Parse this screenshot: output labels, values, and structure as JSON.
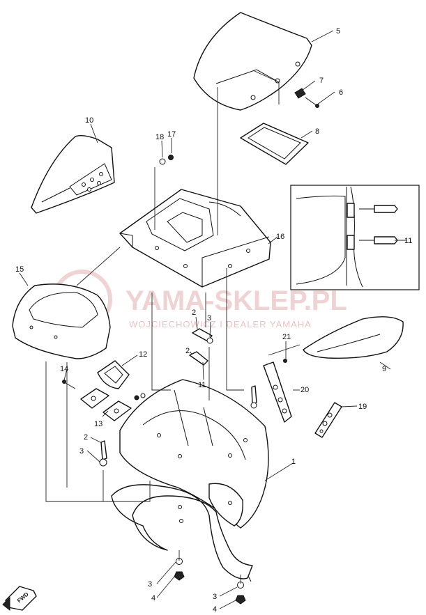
{
  "watermark": {
    "title": "YAMA-SKLEP.PL",
    "subtitle": "WOJCIECHOWICZ I DEALER YAMAHA"
  },
  "direction_marker": {
    "label": "FWD"
  },
  "callouts": [
    {
      "id": "c1",
      "label": "1"
    },
    {
      "id": "c2a",
      "label": "2"
    },
    {
      "id": "c2b",
      "label": "2"
    },
    {
      "id": "c3a",
      "label": "3"
    },
    {
      "id": "c3b",
      "label": "3"
    },
    {
      "id": "c3c",
      "label": "3"
    },
    {
      "id": "c3d",
      "label": "3"
    },
    {
      "id": "c4a",
      "label": "4"
    },
    {
      "id": "c4b",
      "label": "4"
    },
    {
      "id": "c5",
      "label": "5"
    },
    {
      "id": "c6",
      "label": "6"
    },
    {
      "id": "c7",
      "label": "7"
    },
    {
      "id": "c8",
      "label": "8"
    },
    {
      "id": "c9",
      "label": "9"
    },
    {
      "id": "c10",
      "label": "10"
    },
    {
      "id": "c11a",
      "label": "11"
    },
    {
      "id": "c11b",
      "label": "11"
    },
    {
      "id": "c12",
      "label": "12"
    },
    {
      "id": "c13",
      "label": "13"
    },
    {
      "id": "c14",
      "label": "14"
    },
    {
      "id": "c15",
      "label": "15"
    },
    {
      "id": "c16",
      "label": "16"
    },
    {
      "id": "c17",
      "label": "17"
    },
    {
      "id": "c18",
      "label": "18"
    },
    {
      "id": "c19",
      "label": "19"
    },
    {
      "id": "c20",
      "label": "20"
    },
    {
      "id": "c21",
      "label": "21"
    }
  ]
}
